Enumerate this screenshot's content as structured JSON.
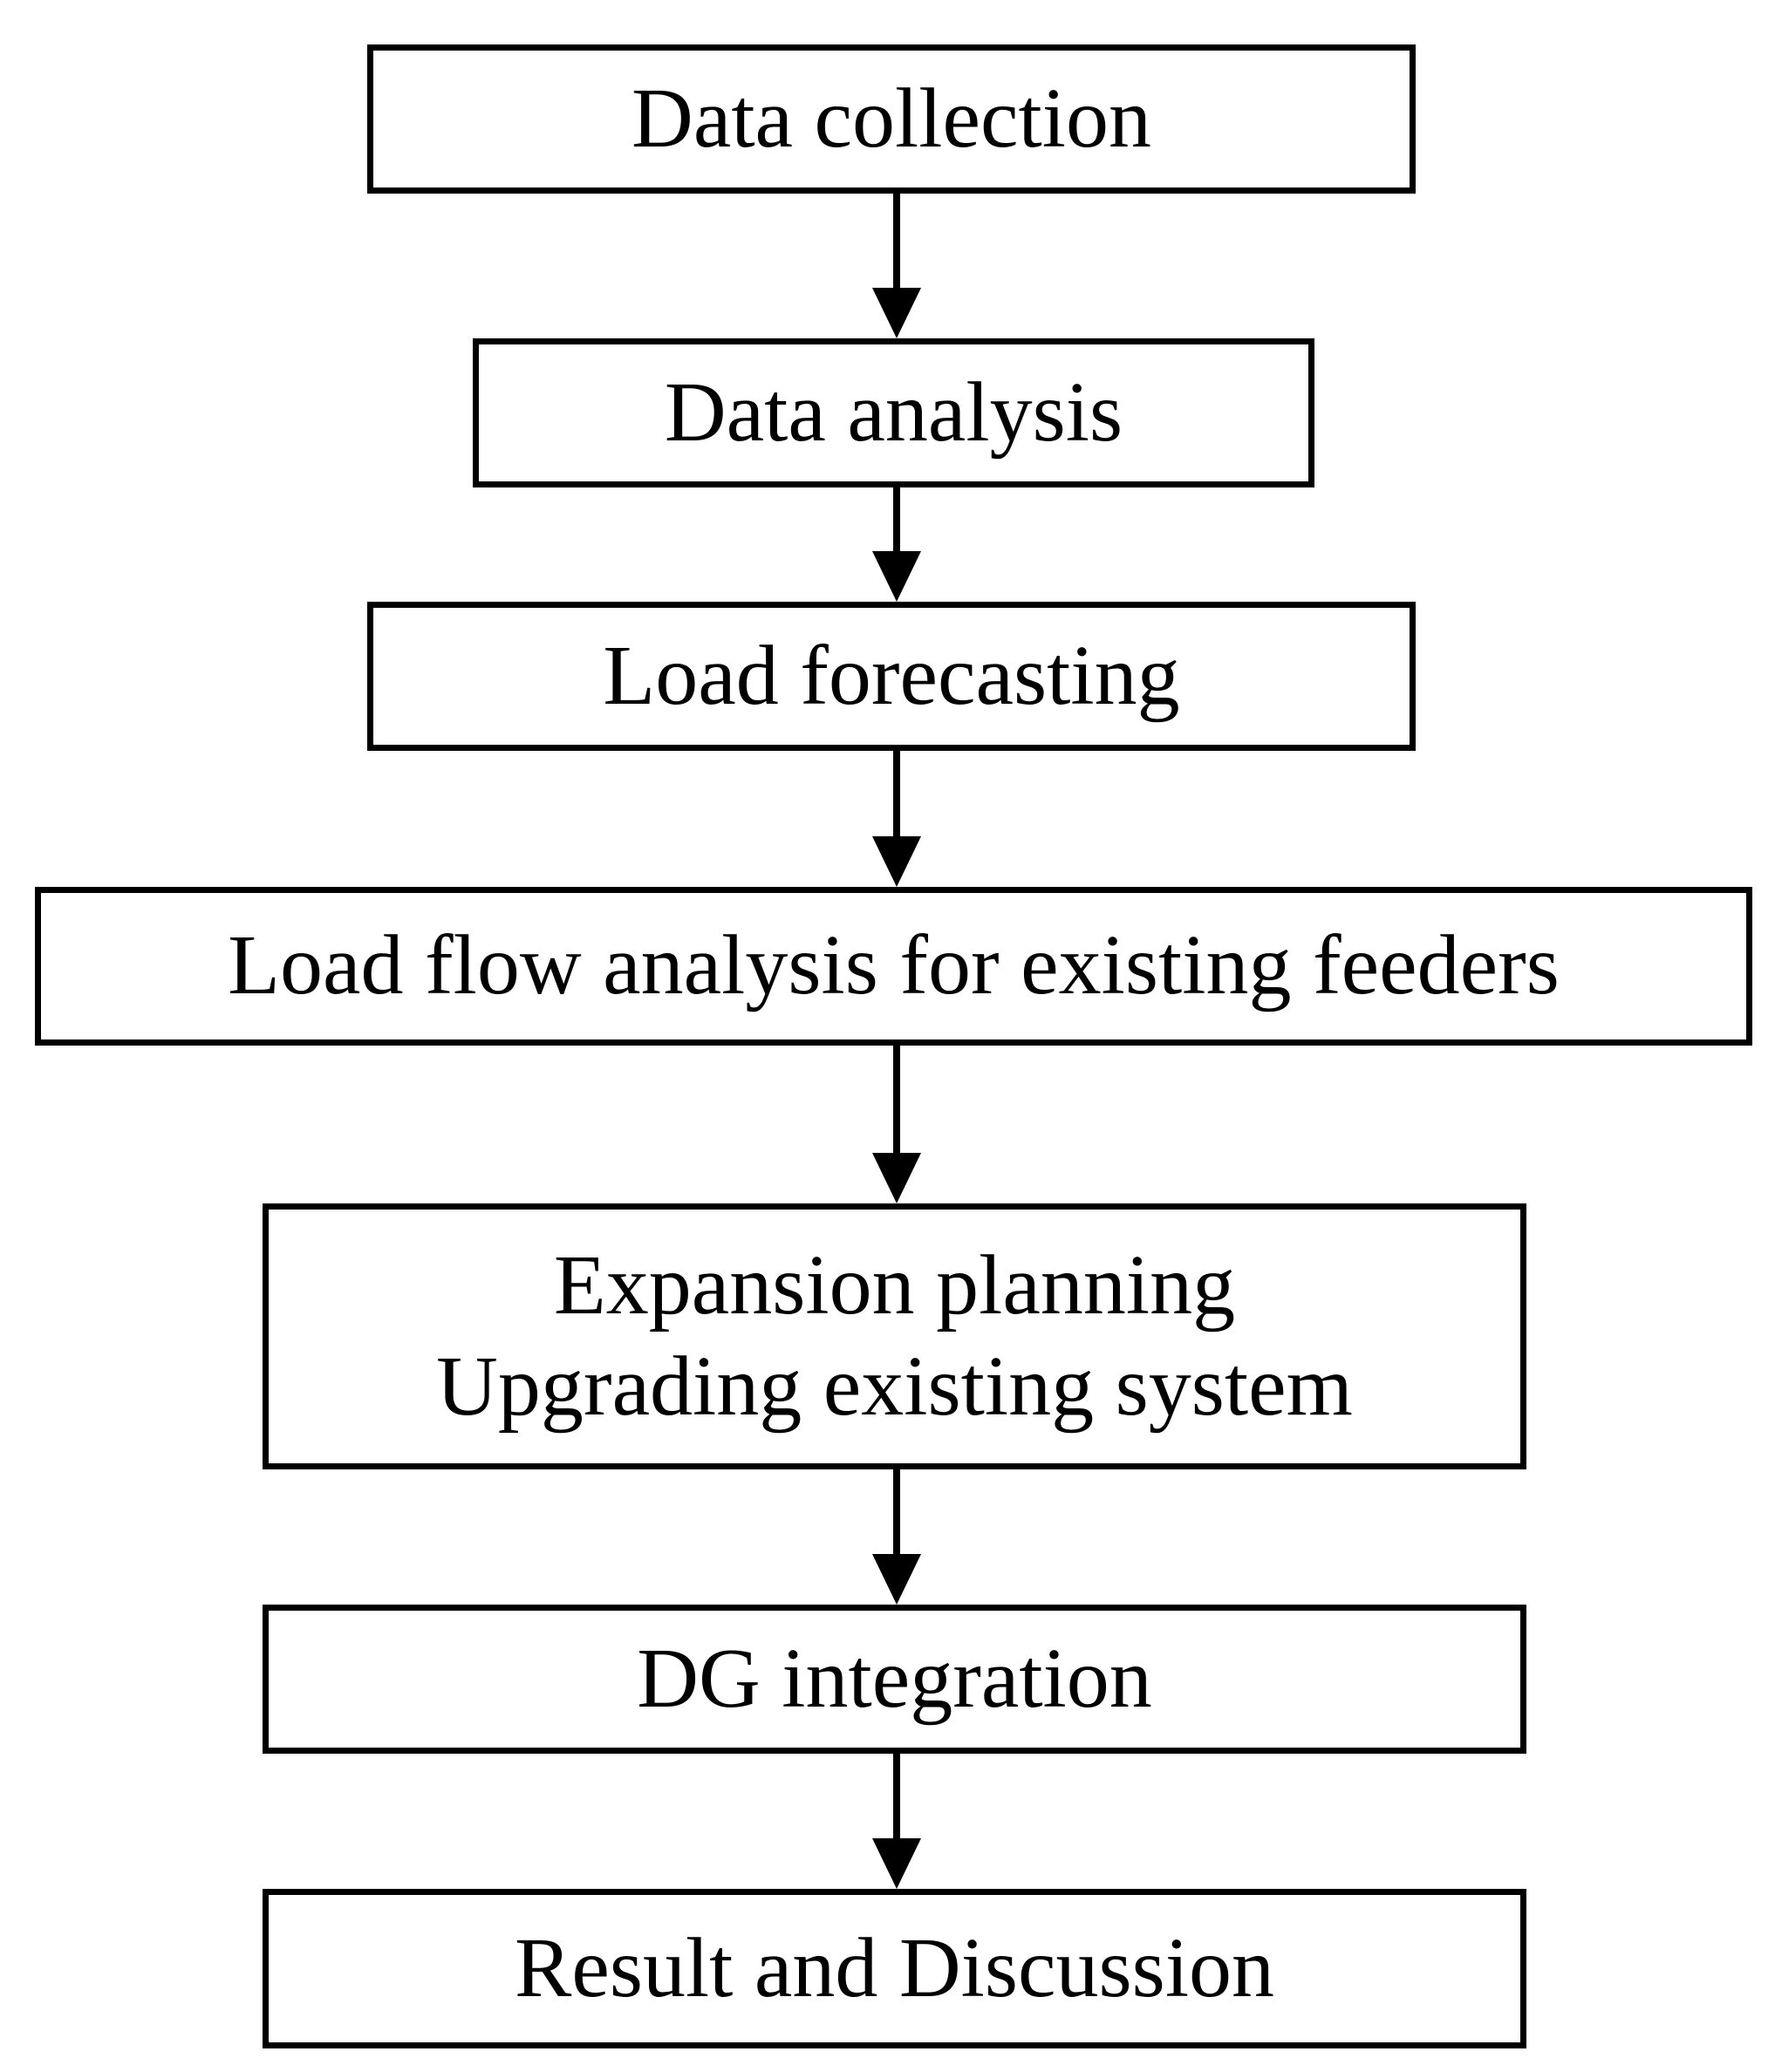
{
  "flowchart": {
    "steps": [
      {
        "id": "data-collection",
        "lines": [
          "Data collection"
        ]
      },
      {
        "id": "data-analysis",
        "lines": [
          "Data analysis"
        ]
      },
      {
        "id": "load-forecasting",
        "lines": [
          "Load forecasting"
        ]
      },
      {
        "id": "load-flow-analysis",
        "lines": [
          "Load flow analysis for existing feeders"
        ]
      },
      {
        "id": "expansion-planning",
        "lines": [
          "Expansion planning",
          "Upgrading existing system"
        ]
      },
      {
        "id": "dg-integration",
        "lines": [
          "DG integration"
        ]
      },
      {
        "id": "result-discussion",
        "lines": [
          "Result and Discussion"
        ]
      }
    ],
    "connections": [
      {
        "from": "data-collection",
        "to": "data-analysis"
      },
      {
        "from": "data-analysis",
        "to": "load-forecasting"
      },
      {
        "from": "load-forecasting",
        "to": "load-flow-analysis"
      },
      {
        "from": "load-flow-analysis",
        "to": "expansion-planning"
      },
      {
        "from": "expansion-planning",
        "to": "dg-integration"
      },
      {
        "from": "dg-integration",
        "to": "result-discussion"
      }
    ],
    "colors": {
      "stroke": "#000000",
      "fill": "#ffffff",
      "text": "#000000"
    }
  }
}
